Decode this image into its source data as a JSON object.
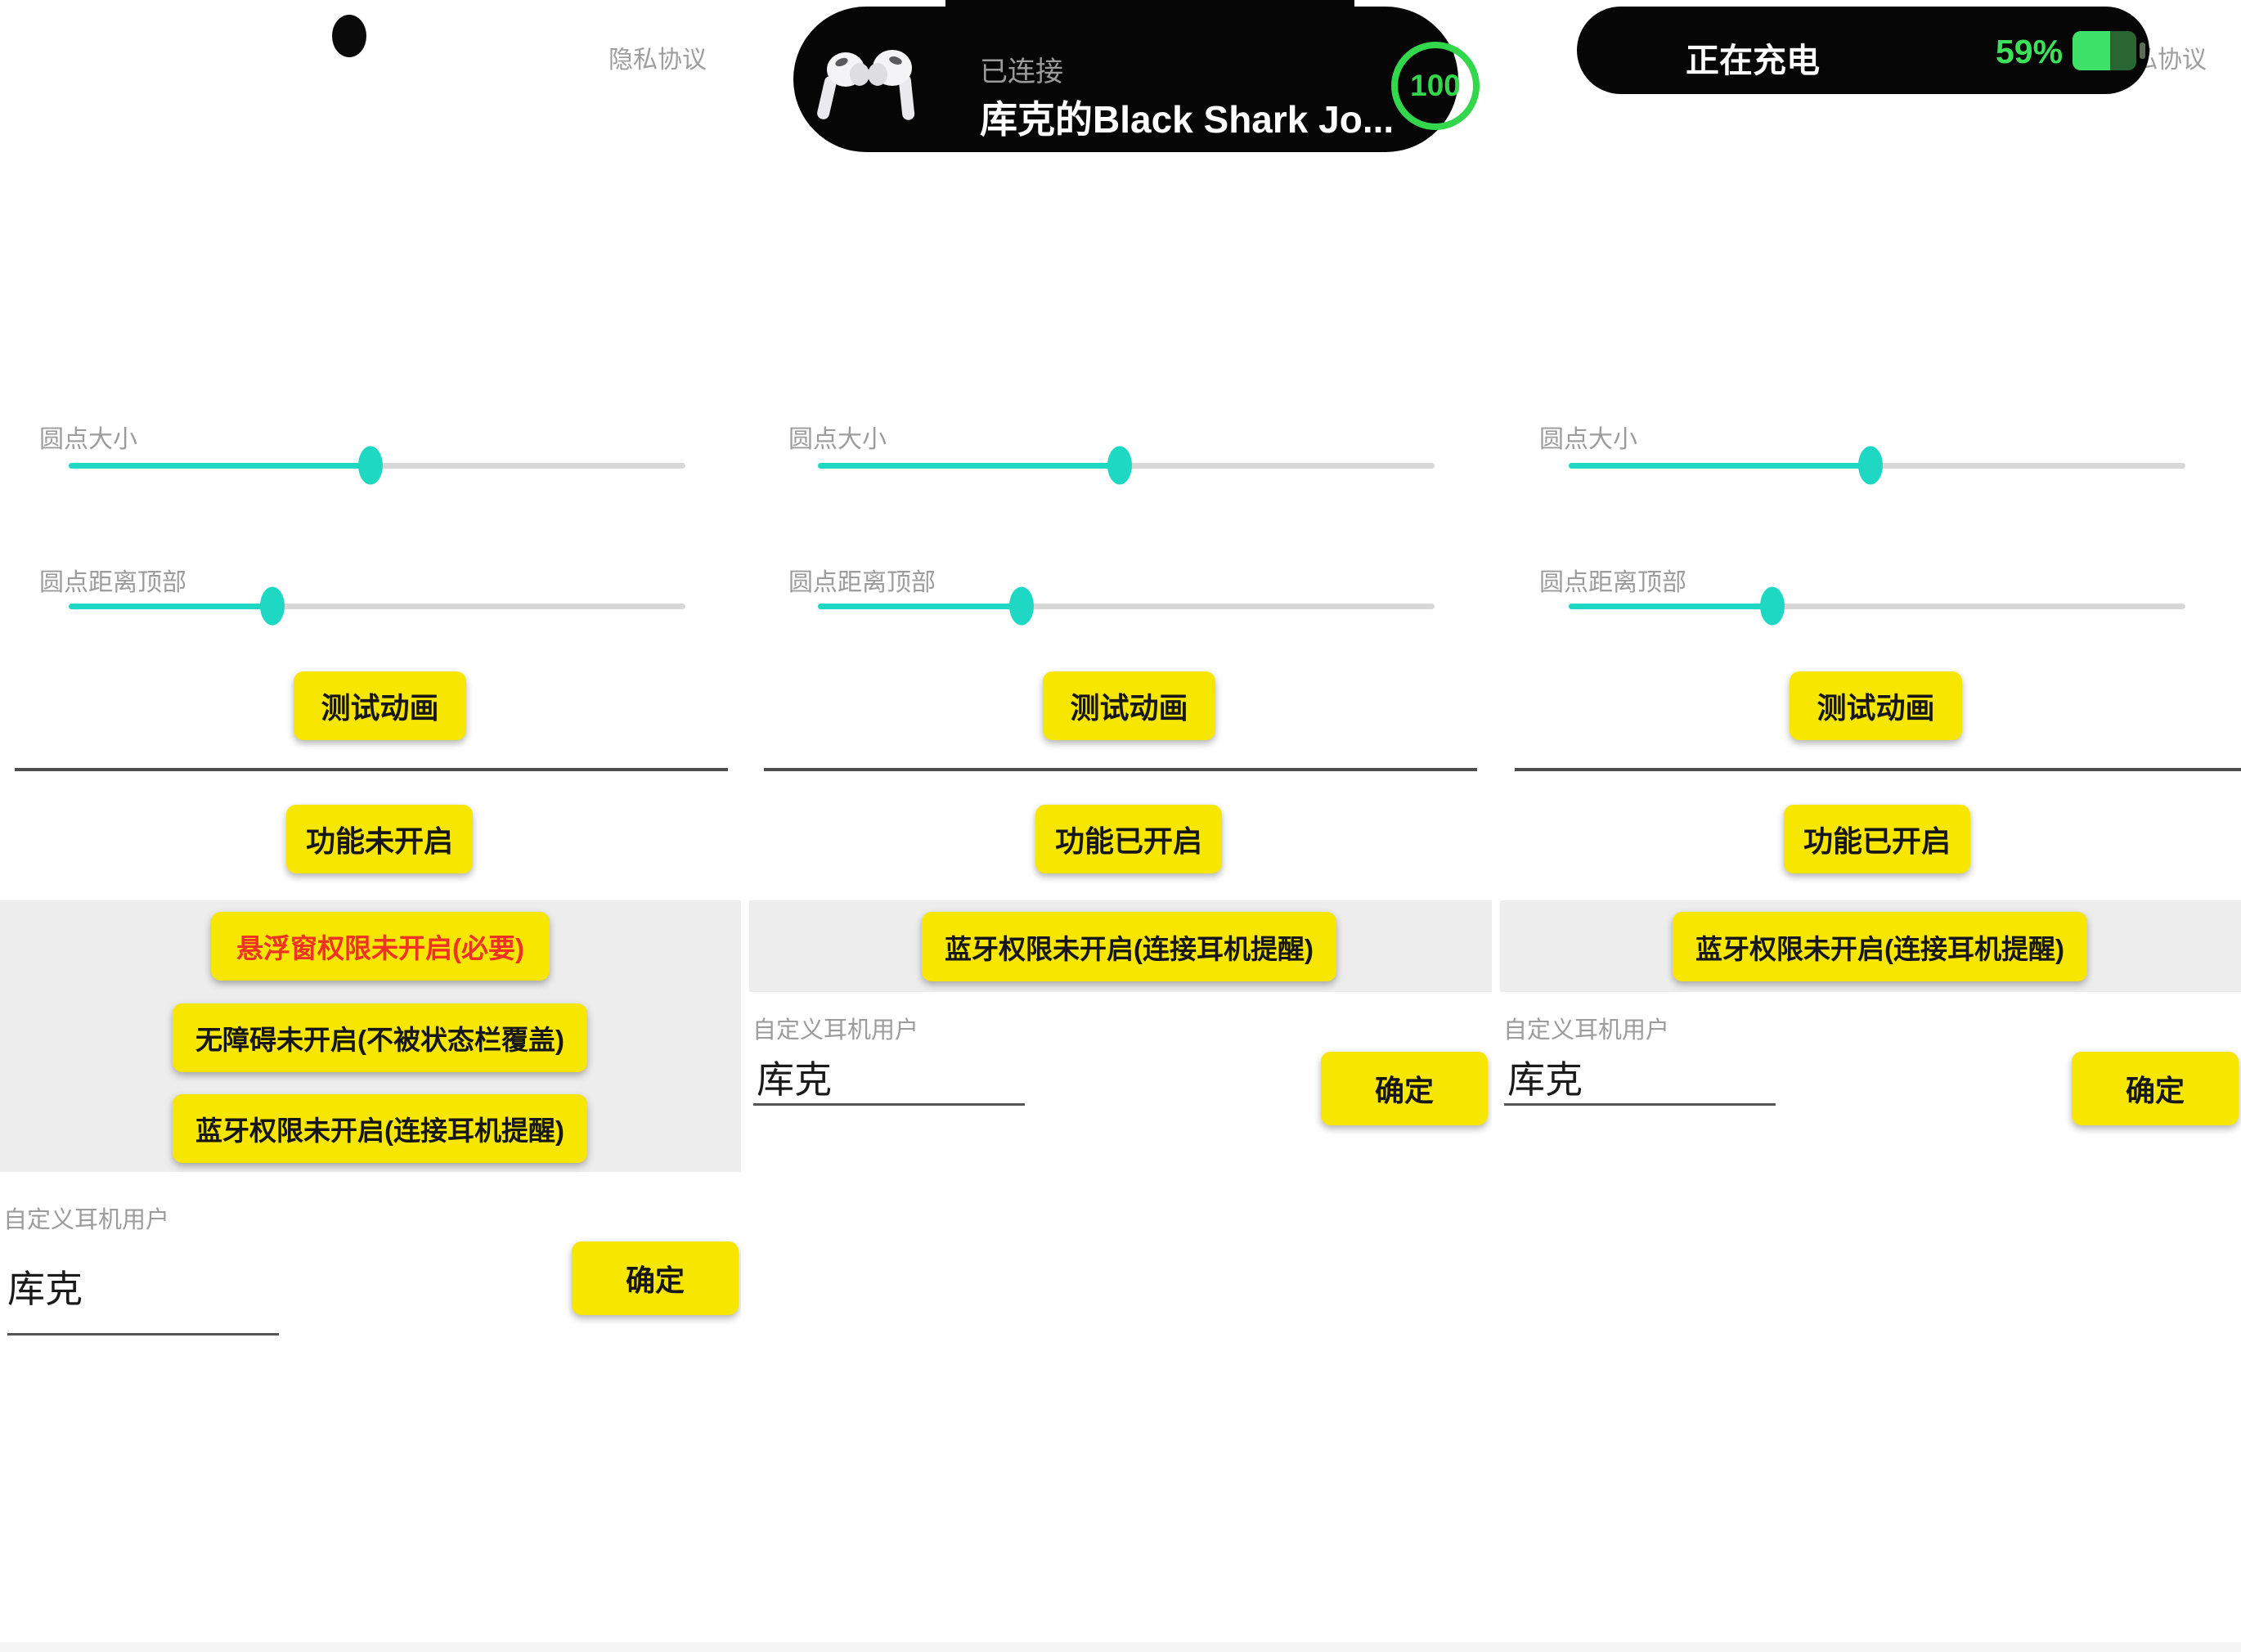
{
  "shared": {
    "privacy_link": "隐私协议",
    "sliders": [
      {
        "label": "圆点大小",
        "value_pct": 49
      },
      {
        "label": "圆点距离顶部",
        "value_pct": 33
      }
    ],
    "test_button_label": "测试动画",
    "custom_user_label": "自定义耳机用户",
    "custom_user_value": "库克",
    "confirm_button_label": "确定"
  },
  "panels": [
    {
      "feature_status_label": "功能未开启",
      "permissions": [
        "悬浮窗权限未开启(必要)",
        "无障碍未开启(不被状态栏覆盖)",
        "蓝牙权限未开启(连接耳机提醒)"
      ]
    },
    {
      "feature_status_label": "功能已开启",
      "permissions": [
        "蓝牙权限未开启(连接耳机提醒)"
      ],
      "island": {
        "status": "已连接",
        "device_name": "库克的Black Shark Jo...",
        "battery_level": "100"
      }
    },
    {
      "feature_status_label": "功能已开启",
      "permissions": [
        "蓝牙权限未开启(连接耳机提醒)"
      ],
      "island": {
        "status": "正在充电",
        "battery_percent": "59%"
      }
    }
  ],
  "colors": {
    "accent_yellow": "#F7E600",
    "slider_teal": "#1FD8C3",
    "island_green": "#32D74B",
    "battery_green": "#3FE268",
    "alert_red": "#EE3325"
  }
}
